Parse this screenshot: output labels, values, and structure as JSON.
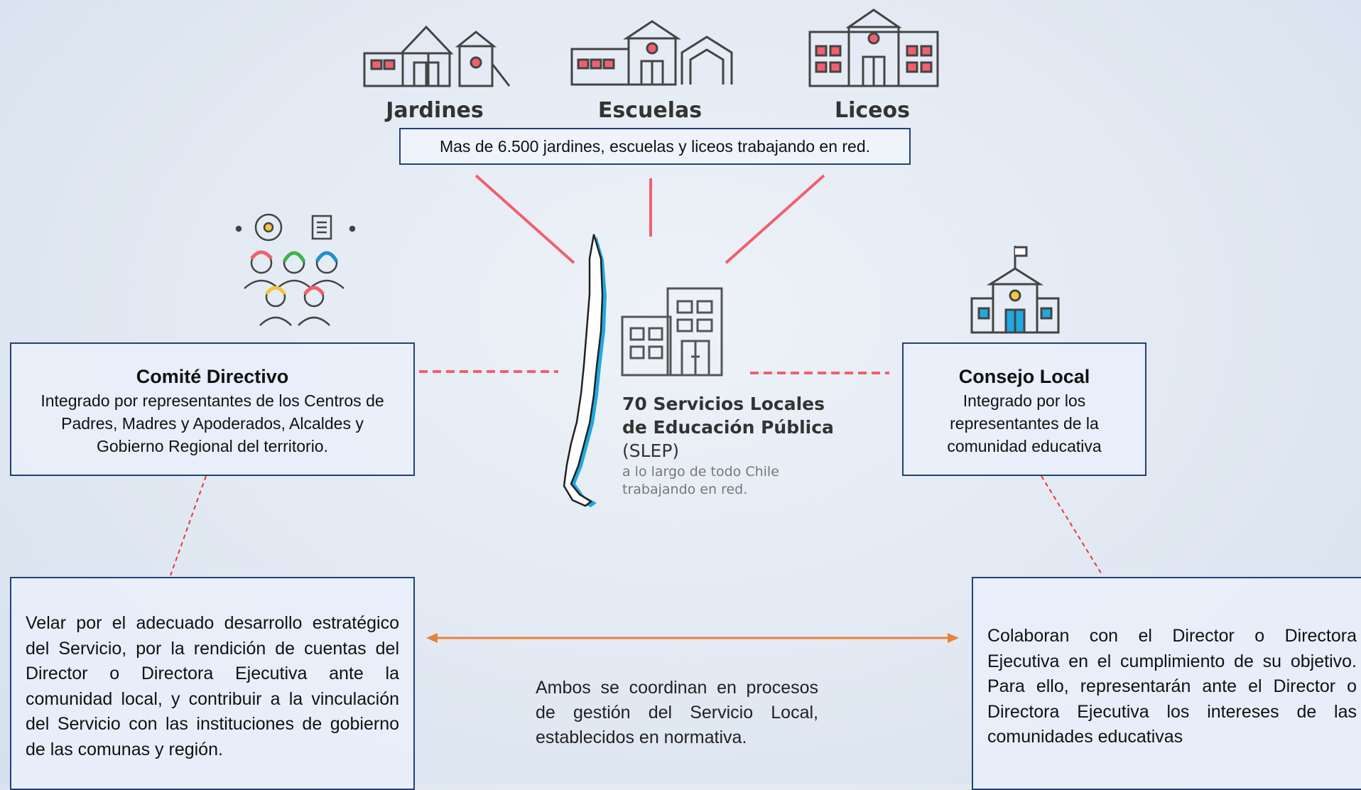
{
  "icons": {
    "jardines": {
      "label": "Jardines",
      "icon": "kindergarten-building-icon"
    },
    "escuelas": {
      "label": "Escuelas",
      "icon": "school-building-icon"
    },
    "liceos": {
      "label": "Liceos",
      "icon": "high-school-building-icon"
    }
  },
  "network_banner": "Mas de 6.500 jardines, escuelas y liceos trabajando en red.",
  "center": {
    "title_lines": [
      "70 Servicios Locales",
      "de Educación Pública",
      "(SLEP)"
    ],
    "subtitle_lines": [
      "a lo largo de todo Chile",
      "trabajando en red."
    ],
    "map_icon": "chile-map-icon",
    "building_icon": "office-building-icon"
  },
  "comite": {
    "title": "Comité Directivo",
    "description_lines": [
      "Integrado por representantes de los Centros de",
      "Padres, Madres y Apoderados, Alcaldes y",
      "Gobierno Regional del territorio."
    ],
    "icon": "team-people-icon",
    "role": "Velar por el adecuado desarrollo estratégico del Servicio, por la rendición de cuentas del Director o Directora Ejecutiva ante la comunidad local, y contribuir a la vinculación del Servicio con las instituciones de gobierno de las comunas y región."
  },
  "consejo": {
    "title": "Consejo Local",
    "description_lines": [
      "Integrado por los",
      "representantes de la",
      "comunidad educativa"
    ],
    "icon": "school-flag-icon",
    "role": "Colaboran con el Director o Directora Ejecutiva en el cumplimiento de su objetivo. Para ello, representarán ante el Director o Directora Ejecutiva los intereses de las comunidades educativas"
  },
  "coordination": "Ambos se coordinan en procesos de gestión del Servicio Local, establecidos en normativa.",
  "colors": {
    "accent_red": "#f0606e",
    "border_blue": "#23407a",
    "arrow_orange": "#e8823a",
    "map_blue": "#1fa9e0"
  }
}
